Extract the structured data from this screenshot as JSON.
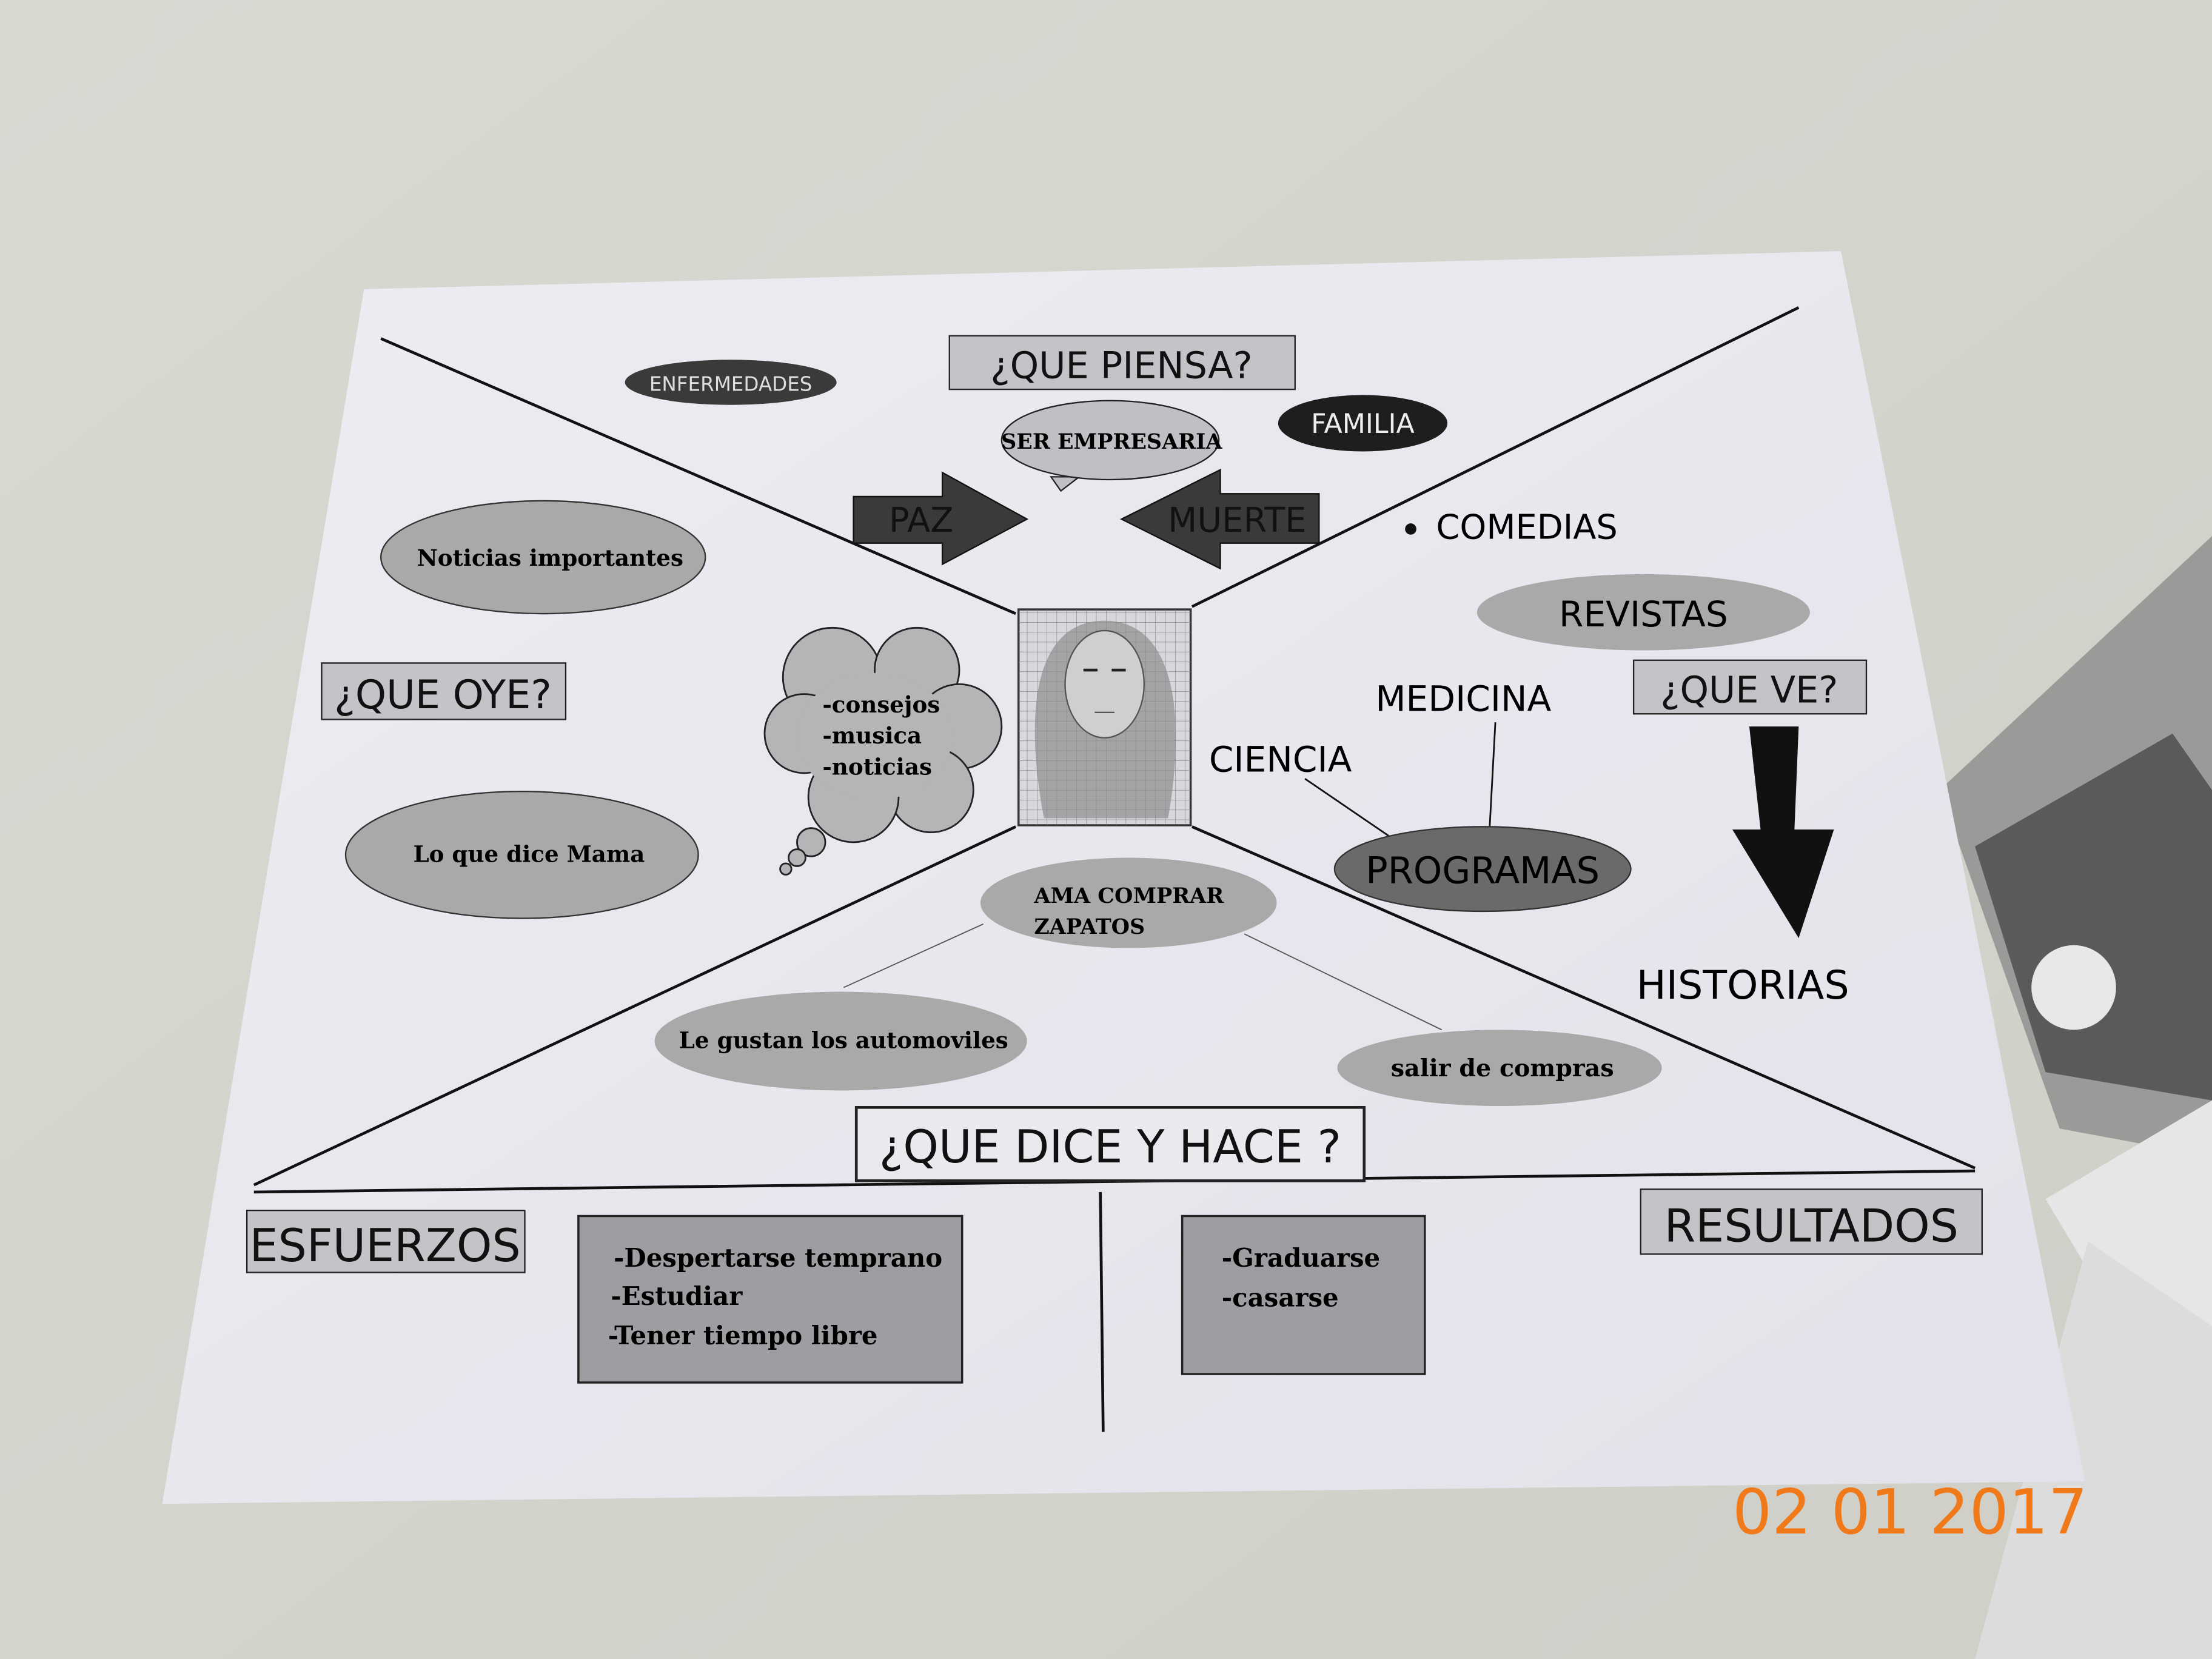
{
  "map": {
    "think": {
      "title": "¿QUE PIENSA?",
      "enfermedades": "ENFERMEDADES",
      "ser_empresaria": "SER EMPRESARIA",
      "familia": "FAMILIA",
      "paz": "PAZ",
      "muerte": "MUERTE"
    },
    "hear": {
      "title": "¿QUE OYE?",
      "noticias": "Noticias importantes",
      "mama": "Lo que dice Mama",
      "cloud": [
        "-consejos",
        "-musica",
        "-noticias"
      ]
    },
    "see": {
      "title": "¿QUE VE?",
      "comedias": "COMEDIAS",
      "revistas": "REVISTAS",
      "medicina": "MEDICINA",
      "ciencia": "CIENCIA",
      "programas": "PROGRAMAS",
      "historias": "HISTORIAS"
    },
    "say_do": {
      "title": "¿QUE DICE Y HACE ?",
      "ama_1": "AMA COMPRAR",
      "ama_2": "ZAPATOS",
      "automoviles": "Le gustan los automoviles",
      "compras": "salir de compras"
    },
    "efforts": {
      "title": "ESFUERZOS",
      "items": [
        "-Despertarse temprano",
        "-Estudiar",
        "-Tener tiempo libre"
      ]
    },
    "results": {
      "title": "RESULTADOS",
      "items": [
        "-Graduarse",
        "-casarse"
      ]
    }
  },
  "date_stamp": "02 01 2017",
  "colors": {
    "stamp": "#f07a1a",
    "dark_bubble": "#3a3a3a",
    "bubble": "#a9a9a9"
  }
}
